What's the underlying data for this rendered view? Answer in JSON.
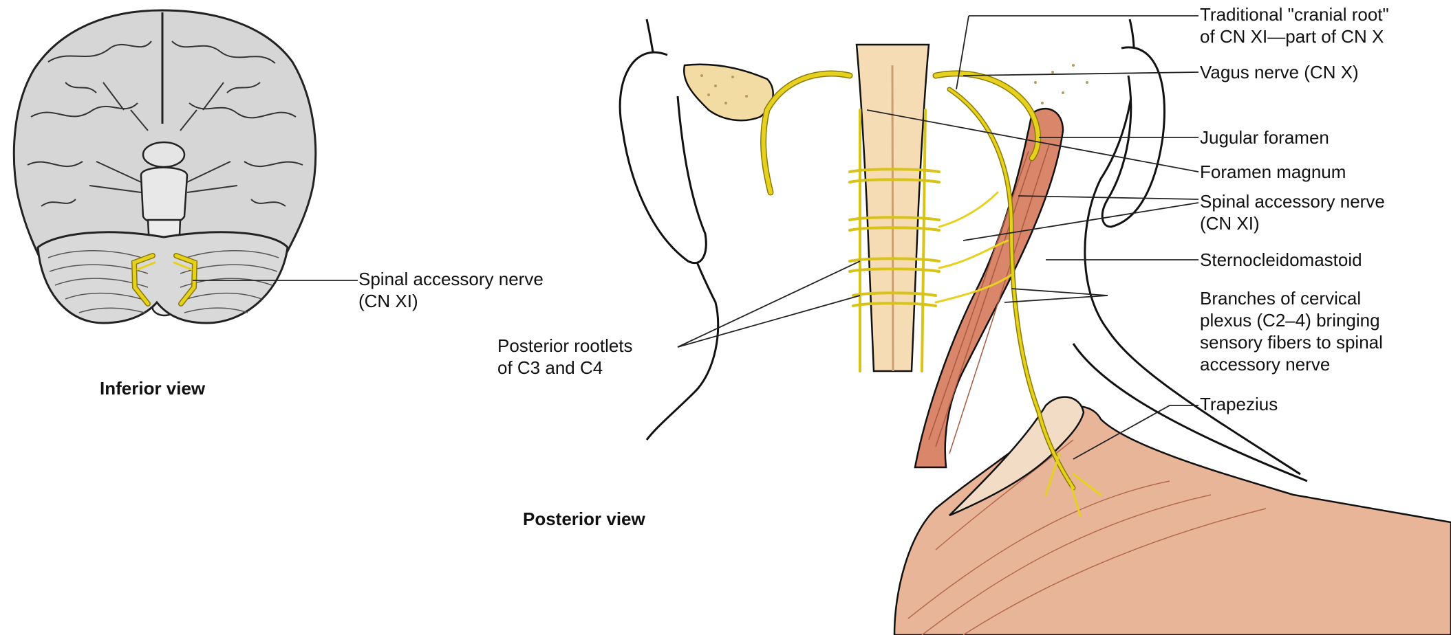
{
  "colors": {
    "nerve": "#e6d21e",
    "nerve_outline": "#8a7a00",
    "bone": "#f3dca3",
    "muscle": "#d9866a",
    "spine": "#f6dcb4",
    "brain": "#d9d9d9",
    "ink": "#111111",
    "leader": "#222222"
  },
  "captions": {
    "inferior": "Inferior view",
    "posterior": "Posterior view"
  },
  "labels": {
    "spinal_left": [
      "Spinal accessory nerve",
      "(CN XI)"
    ],
    "posterior_rootlets": [
      "Posterior rootlets",
      "of C3 and C4"
    ],
    "traditional_root": [
      "Traditional \"cranial root\"",
      "of CN XI—part of CN X"
    ],
    "vagus": [
      "Vagus nerve (CN X)"
    ],
    "jugular": [
      "Jugular foramen"
    ],
    "magnum": [
      "Foramen magnum"
    ],
    "spinal_right": [
      "Spinal accessory nerve",
      "(CN XI)"
    ],
    "scm": [
      "Sternocleidomastoid"
    ],
    "cervical": [
      "Branches of cervical",
      "plexus (C2–4) bringing",
      "sensory fibers to spinal",
      "accessory nerve"
    ],
    "trapezius": [
      "Trapezius"
    ]
  }
}
